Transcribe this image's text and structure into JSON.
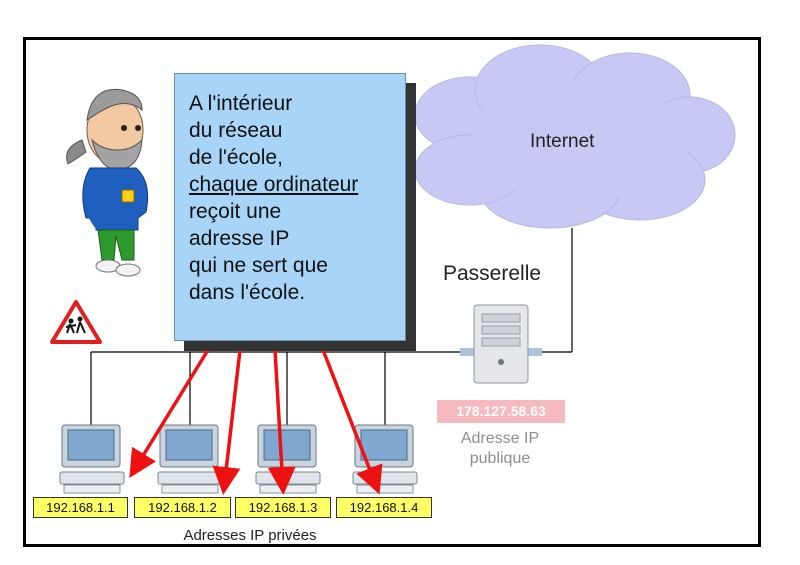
{
  "note": {
    "lines": [
      "A l'intérieur",
      "du réseau",
      "de l'école,",
      "chaque ordinateur",
      "reçoit une",
      "adresse IP",
      "qui ne sert que",
      "dans l'école."
    ]
  },
  "cloud": {
    "label": "Internet"
  },
  "gateway": {
    "label": "Passerelle"
  },
  "public_ip": {
    "value": "178.127.58.63",
    "label_line1": "Adresse IP",
    "label_line2": "publique"
  },
  "private_ips": [
    "192.168.1.1",
    "192.168.1.2",
    "192.168.1.3",
    "192.168.1.4"
  ],
  "private_label": "Adresses IP privées",
  "colors": {
    "note_bg": "#a8d4f8",
    "arrow": "#ee1111",
    "ip_box": "#ffff66",
    "cloud": "#c8c8f4",
    "public_ip_bg": "#f6b9be"
  }
}
